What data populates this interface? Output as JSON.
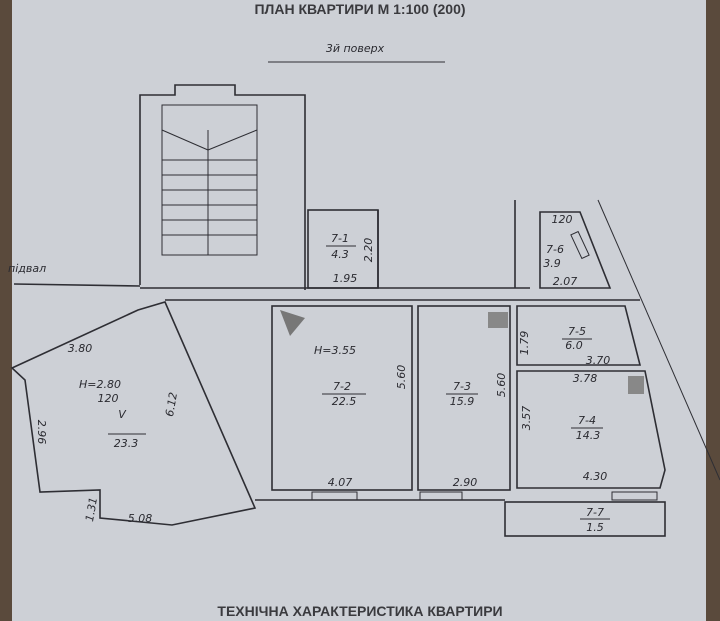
{
  "header": {
    "title": "ПЛАН КВАРТИРИ М 1:100 (200)",
    "floor": "3й поверх"
  },
  "footer": {
    "title": "ТЕХНІЧНА ХАРАКТЕРИСТИКА КВАРТИРИ"
  },
  "labels": {
    "basement": "підвал"
  },
  "rooms": {
    "r71": {
      "id": "7-1",
      "area": "4.3",
      "dim_a": "2.20",
      "dim_b": "1.95"
    },
    "r72": {
      "id": "7-2",
      "area": "22.5",
      "height": "H=3.55",
      "dim_a": "5.60",
      "dim_b": "4.07"
    },
    "r73": {
      "id": "7-3",
      "area": "15.9",
      "dim_a": "5.60",
      "dim_b": "2.90"
    },
    "r74": {
      "id": "7-4",
      "area": "14.3",
      "dim_a": "3.57",
      "dim_b": "3.78",
      "dim_c": "4.30"
    },
    "r75": {
      "id": "7-5",
      "area": "6.0",
      "dim_a": "1.79",
      "dim_b": "3.70"
    },
    "r76": {
      "id": "7-6",
      "area": "3.9",
      "dim_a": "120",
      "dim_b": "2.07"
    },
    "r77": {
      "id": "7-7",
      "area": "1.5"
    },
    "rv": {
      "id": "V",
      "area": "23.3",
      "height": "H=2.80",
      "height2": "120",
      "dim_a": "3.80",
      "dim_b": "6.12",
      "dim_c": "2.96",
      "dim_d": "1.31",
      "dim_e": "5.08"
    }
  }
}
